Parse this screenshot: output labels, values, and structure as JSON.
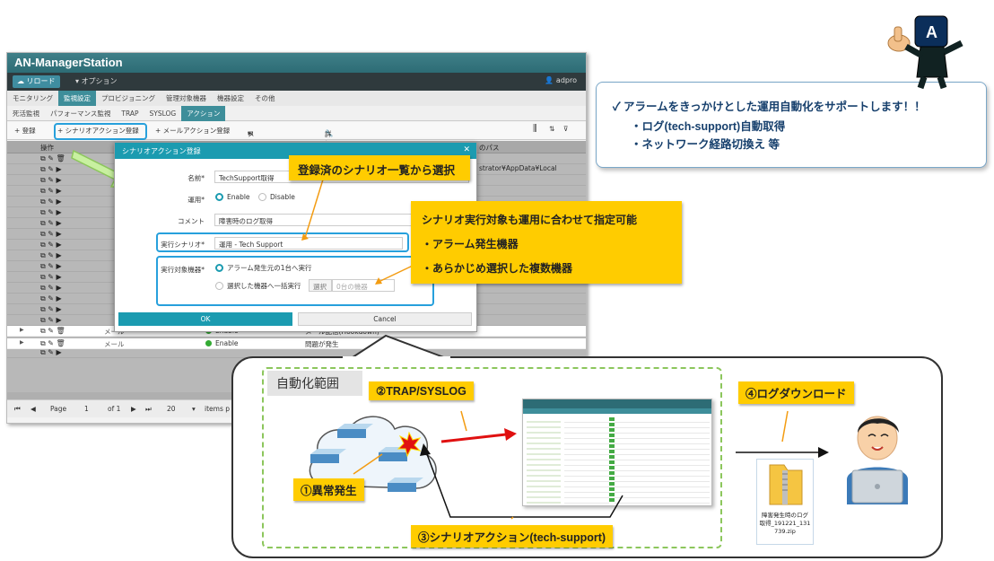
{
  "app": {
    "title": "AN-ManagerStation",
    "reload": "リロード",
    "options": "オプション",
    "user": "adpro",
    "tabs1": [
      "モニタリング",
      "監視設定",
      "プロビジョニング",
      "管理対象機器",
      "機器設定",
      "その他"
    ],
    "tabs1_active": 1,
    "tabs2": [
      "死活監視",
      "パフォーマンス監視",
      "TRAP",
      "SYSLOG",
      "アクション"
    ],
    "tabs2_active": 4,
    "toolbar": {
      "register": "+ 登録",
      "scenario_register": "+ シナリオアクション登録",
      "mail_register": "+ メールアクション登録",
      "mail_settings": "メール設定",
      "detail_settings": "詳細設定"
    },
    "grid": {
      "col_ops": "操作",
      "col_path": "のパス",
      "path_text": "strator¥AppData¥Local",
      "rows": [
        {
          "name": "メール",
          "enabled": "Enable",
          "status": "メール配信(Hookdown)"
        },
        {
          "name": "メール",
          "enabled": "Enable",
          "status": "問題が発生"
        }
      ]
    },
    "pager": {
      "page_label": "Page",
      "page": "1",
      "of": "of 1",
      "per_page": "20",
      "items": "items p"
    }
  },
  "dialog": {
    "title": "シナリオアクション登録",
    "name_label": "名前*",
    "name_value": "TechSupport取得",
    "usage_label": "運用*",
    "enable": "Enable",
    "disable": "Disable",
    "comment_label": "コメント",
    "comment_value": "障害時のログ取得",
    "scenario_label": "実行シナリオ*",
    "scenario_value": "運用 - Tech Support",
    "target_label": "実行対象機器*",
    "target_opt1": "アラーム発生元の1台へ実行",
    "target_opt2": "選択した機器へ一括実行",
    "select_btn": "選択",
    "select_placeholder": "0台の機器",
    "ok": "OK",
    "cancel": "Cancel"
  },
  "callouts": {
    "scenario_list": "登録済のシナリオ一覧から選択",
    "target_title": "シナリオ実行対象も運用に合わせて指定可能",
    "target_item1": "・アラーム発生機器",
    "target_item2": "・あらかじめ選択した複数機器"
  },
  "info": {
    "line1": "✓ アラームをきっかけとした運用自動化をサポートします！！",
    "line2": "・ログ(tech-support)自動取得",
    "line3": "・ネットワーク経路切換え 等"
  },
  "flow": {
    "scope_label": "自動化範囲",
    "step1": "①異常発生",
    "step2": "②TRAP/SYSLOG",
    "step3": "③シナリオアクション(tech-support)",
    "step4": "④ログダウンロード",
    "zip_label": "障害発生時のログ取得_191221_131739.zip"
  },
  "colors": {
    "accent": "#1b9bb0",
    "callout": "#ffcc00",
    "highlight": "#27a0dc"
  }
}
